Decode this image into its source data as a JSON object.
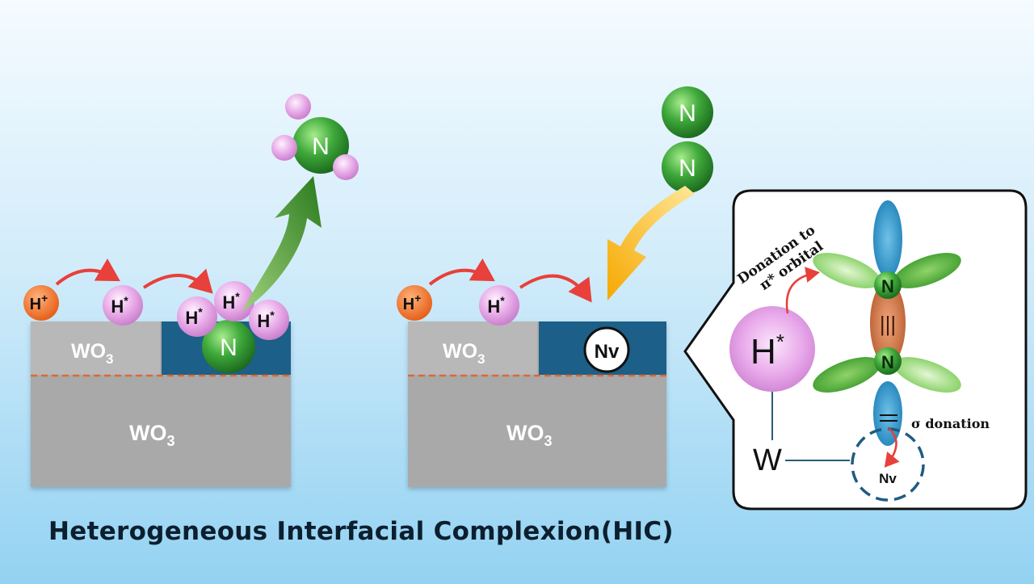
{
  "caption": "Heterogeneous Interfacial Complexion(HIC)",
  "labels": {
    "wo3": "WO",
    "wo3_sub": "3",
    "nitrogen": "N",
    "h_plus": "H",
    "h_plus_sup": "+",
    "h_star": "H",
    "h_star_sup": "*",
    "nv": "Nv",
    "tungsten": "W",
    "donation_line1": "Donation to",
    "donation_line2": "π* orbital",
    "sigma_donation": "σ donation",
    "triple_bond": "|||"
  },
  "colors": {
    "sky_top": "#f3fbff",
    "sky_bottom": "#8fd0f0",
    "substrate": "#a8a8a8",
    "active_layer": "#1a5f88",
    "nitrogen": "#2f9a2f",
    "hydrogen_star": "#e6a4e6",
    "proton": "#f07628",
    "red_arrow": "#e8403a",
    "green_arrow": "#3a8f2a",
    "yellow_arrow": "#f5b81a",
    "dashed_line": "#d96a35"
  }
}
